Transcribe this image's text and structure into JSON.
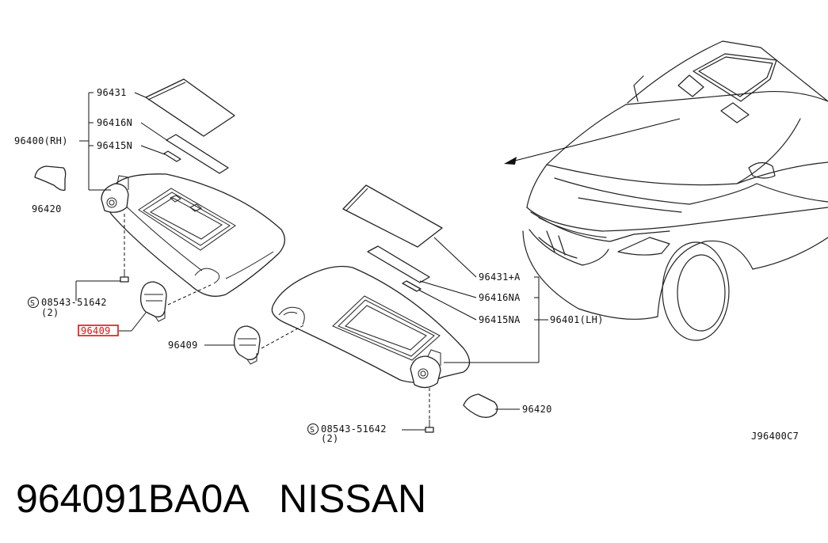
{
  "labels": {
    "p96431": "96431",
    "p96416N": "96416N",
    "p96415N": "96415N",
    "p96400RH": "96400(RH)",
    "p96420_left": "96420",
    "screw_left": "08543-51642",
    "screw_left_qty": "(2)",
    "screw_symbol": "S",
    "p96409_highlight": "96409",
    "p96409_mid": "96409",
    "p96431A": "96431+A",
    "p96416NA": "96416NA",
    "p96415NA": "96415NA",
    "p96401LH": "96401(LH)",
    "p96420_right": "96420",
    "screw_right": "08543-51642",
    "screw_right_qty": "(2)",
    "diagram_code": "J96400C7"
  },
  "footer": {
    "part_number": "964091BA0A",
    "brand": "NISSAN"
  },
  "colors": {
    "line": "#222222",
    "highlight": "#e01010"
  }
}
